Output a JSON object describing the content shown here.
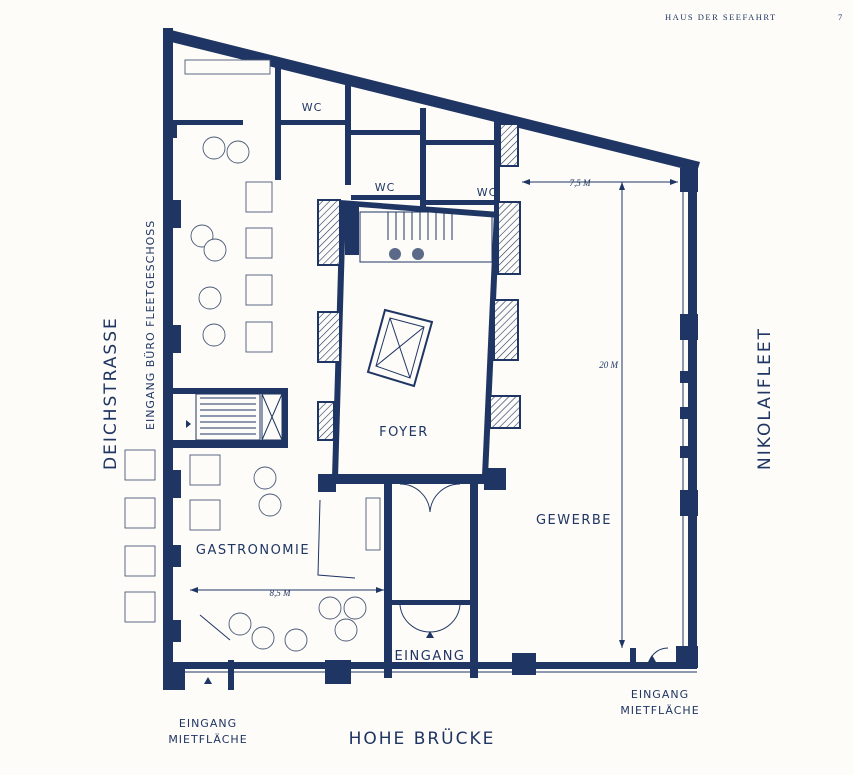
{
  "header": {
    "title": "HAUS DER SEEFAHRT",
    "page_number": "7"
  },
  "streets": {
    "left": "DEICHSTRASSE",
    "right": "NIKOLAIFLEET",
    "bottom": "HOHE BRÜCKE"
  },
  "rooms": {
    "entrance_office": "EINGANG BÜRO FLEETGESCHOSS",
    "foyer": "FOYER",
    "gastronomie": "GASTRONOMIE",
    "gewerbe": "GEWERBE",
    "eingang": "EINGANG",
    "wc_1": "WC",
    "wc_2": "WC",
    "wc_3": "WC"
  },
  "entrances": {
    "left_line1": "EINGANG",
    "left_line2": "MIETFLÄCHE",
    "right_line1": "EINGANG",
    "right_line2": "MIETFLÄCHE"
  },
  "dimensions": {
    "gewerbe_width": "7,5 M",
    "gewerbe_depth": "20 M",
    "gastro_width": "8,5 M"
  },
  "colors": {
    "ink": "#1f3563",
    "paper": "#fdfcf8"
  }
}
